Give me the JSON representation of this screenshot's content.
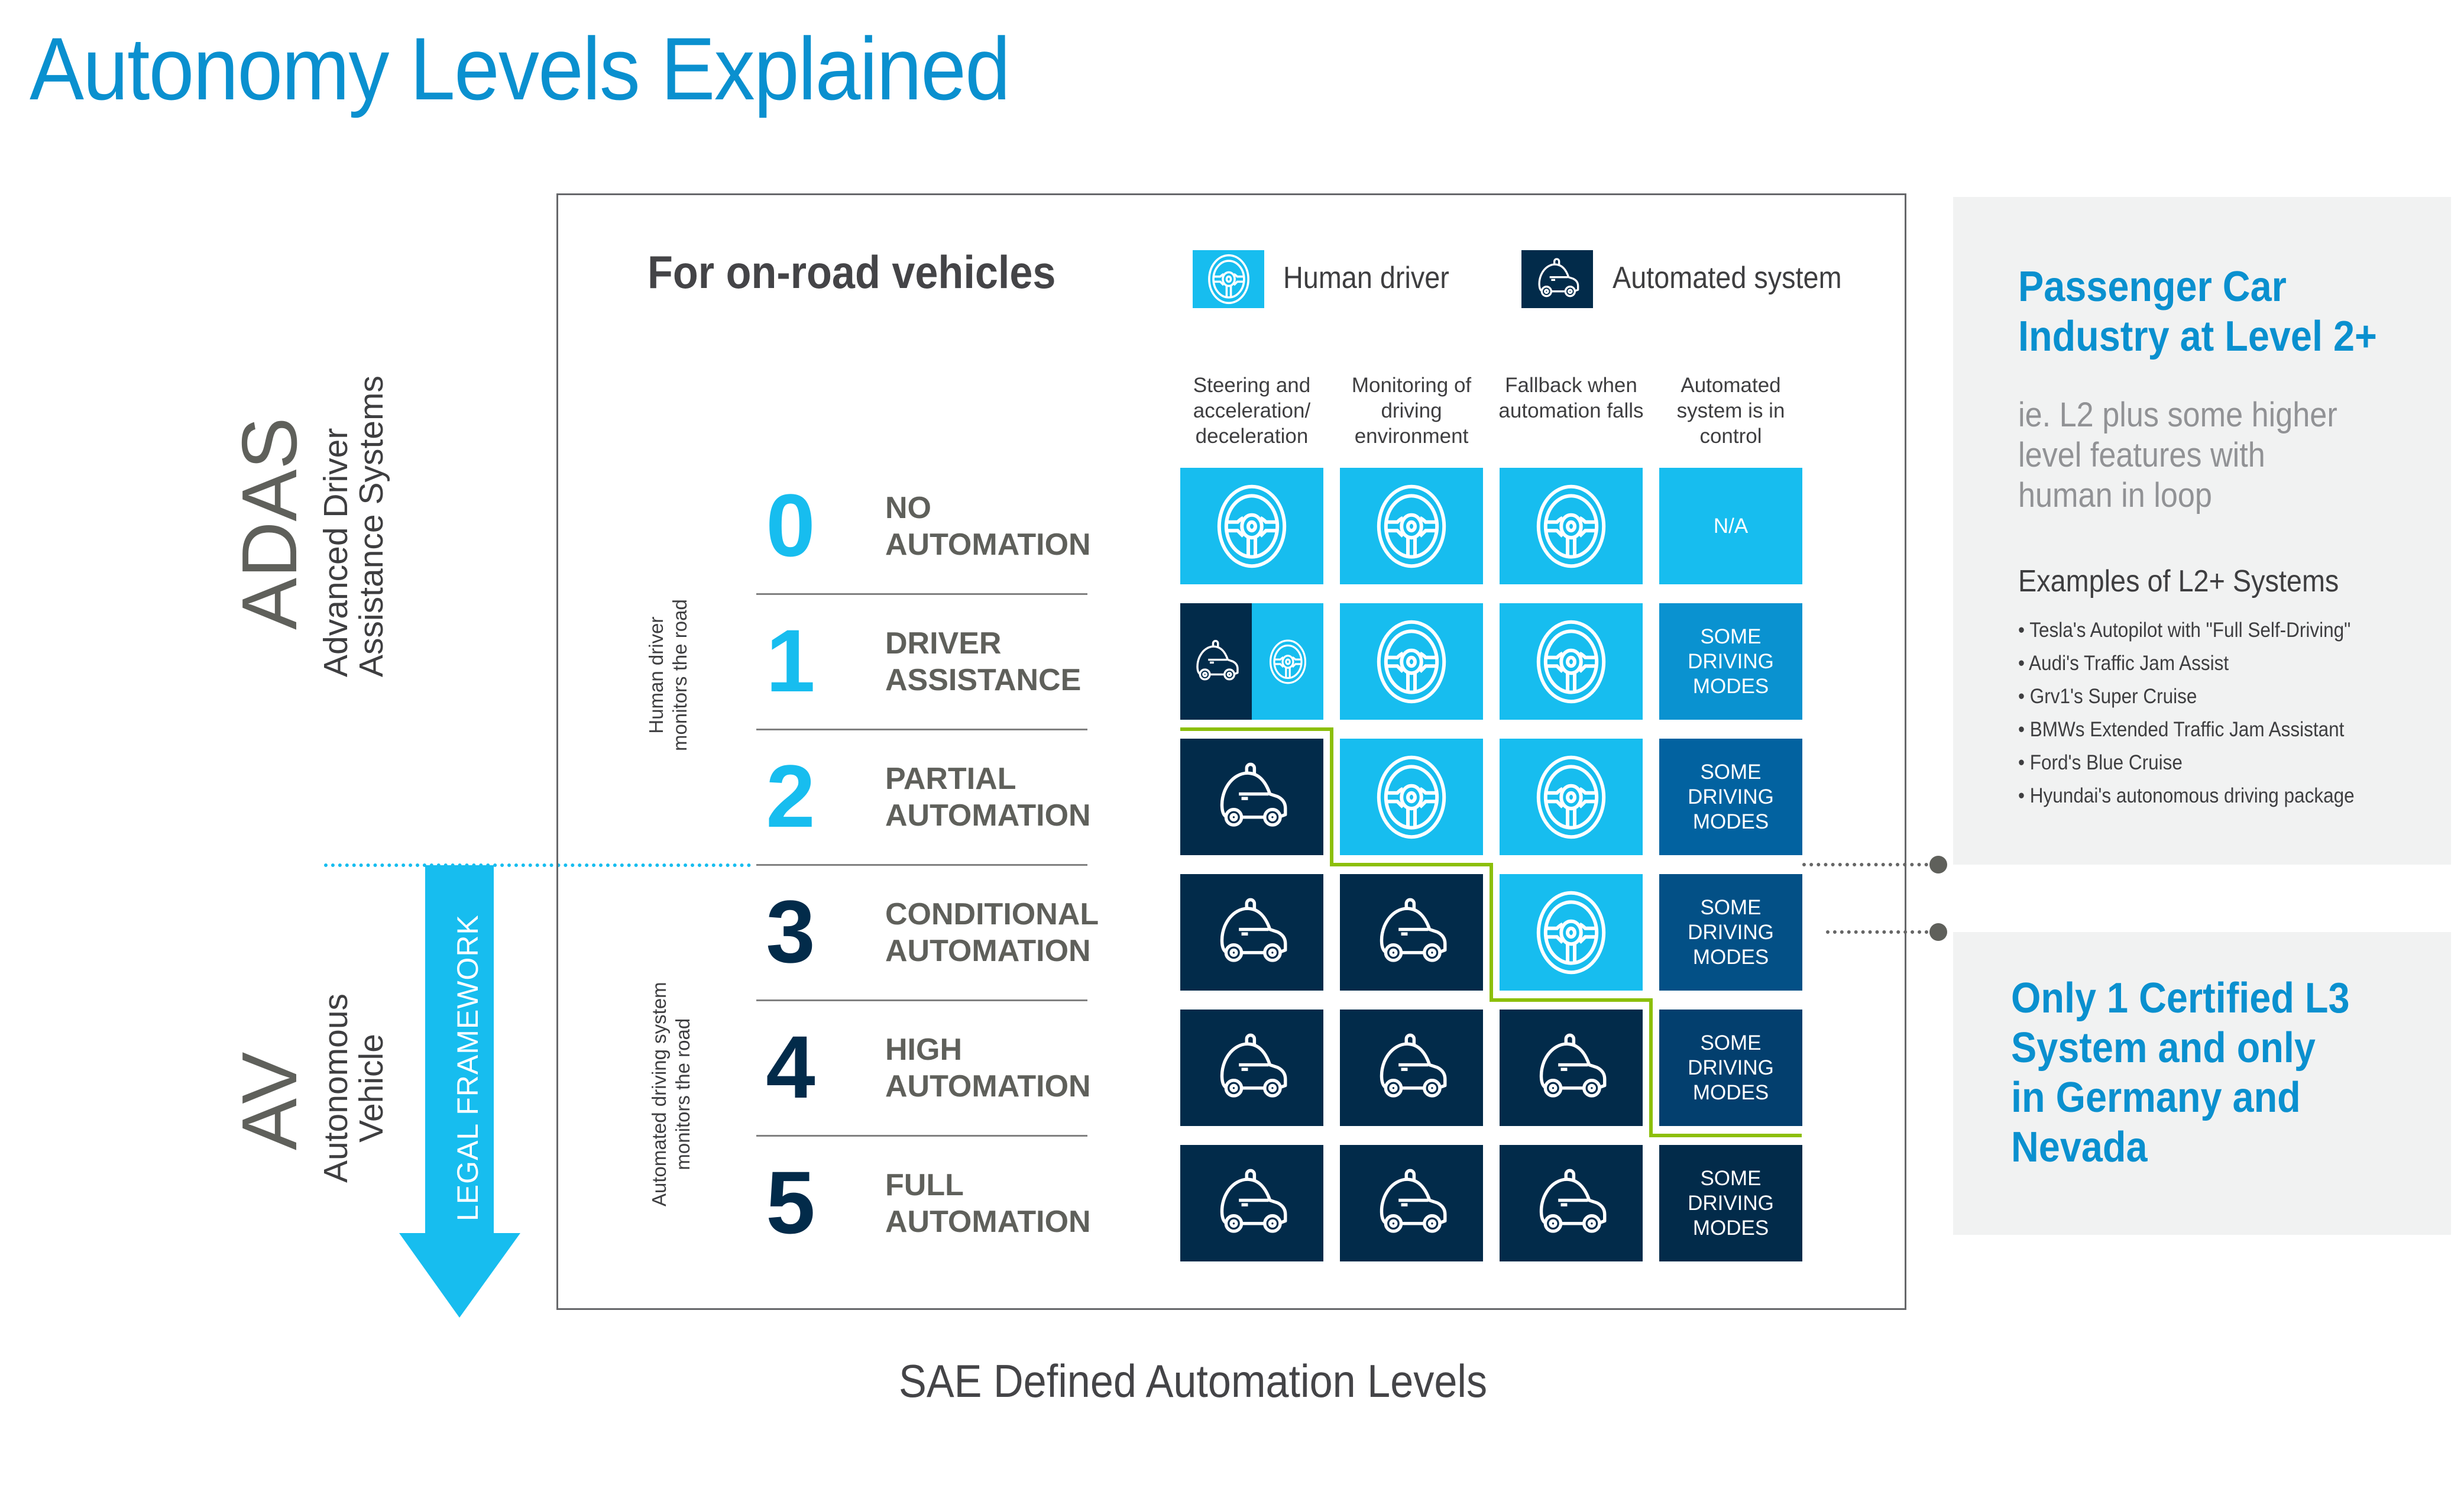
{
  "title": "Autonomy Levels Explained",
  "diagram": {
    "subtitle": "For on-road vehicles",
    "caption": "SAE Defined Automation Levels",
    "legend": [
      {
        "label": "Human driver",
        "icon": "steering-wheel-icon",
        "color": "#17bdef"
      },
      {
        "label": "Automated system",
        "icon": "autonomous-car-icon",
        "color": "#022b4a"
      }
    ],
    "columns": [
      {
        "label": "Steering and acceleration/ deceleration"
      },
      {
        "label": "Monitoring of driving environment"
      },
      {
        "label": "Fallback when automation falls"
      },
      {
        "label": "Automated system is in control"
      }
    ],
    "levels": [
      {
        "number": "0",
        "name_line1": "NO",
        "name_line2": "AUTOMATION",
        "number_color": "#17bdef",
        "cells": [
          "human",
          "human",
          "human",
          "text"
        ],
        "control_text": "N/A",
        "control_color": "#17bdef"
      },
      {
        "number": "1",
        "name_line1": "DRIVER",
        "name_line2": "ASSISTANCE",
        "number_color": "#17bdef",
        "cells": [
          "split",
          "human",
          "human",
          "text"
        ],
        "control_text": "SOME DRIVING MODES",
        "control_color": "#0a92d0"
      },
      {
        "number": "2",
        "name_line1": "PARTIAL",
        "name_line2": "AUTOMATION",
        "number_color": "#17bdef",
        "cells": [
          "system",
          "human",
          "human",
          "text"
        ],
        "control_text": "SOME DRIVING MODES",
        "control_color": "#0262a0"
      },
      {
        "number": "3",
        "name_line1": "CONDITIONAL",
        "name_line2": "AUTOMATION",
        "number_color": "#022b4a",
        "cells": [
          "system",
          "system",
          "human",
          "text"
        ],
        "control_text": "SOME DRIVING MODES",
        "control_color": "#035086"
      },
      {
        "number": "4",
        "name_line1": "HIGH",
        "name_line2": "AUTOMATION",
        "number_color": "#022b4a",
        "cells": [
          "system",
          "system",
          "system",
          "text"
        ],
        "control_text": "SOME DRIVING MODES",
        "control_color": "#033f6e"
      },
      {
        "number": "5",
        "name_line1": "FULL",
        "name_line2": "AUTOMATION",
        "number_color": "#022b4a",
        "cells": [
          "system",
          "system",
          "system",
          "text"
        ],
        "control_text": "SOME DRIVING MODES",
        "control_color": "#022b4a"
      }
    ],
    "side_groups": {
      "human_monitors": [
        "Human driver",
        "monitors the road"
      ],
      "system_monitors": [
        "Automated driving system",
        "monitors the road"
      ]
    }
  },
  "left_labels": {
    "adas": {
      "abbr": "ADAS",
      "line1": "Advanced Driver",
      "line2": "Assistance Systems"
    },
    "av": {
      "abbr": "AV",
      "line1": "Autonomous",
      "line2": "Vehicle"
    },
    "legal_framework": "LEGAL FRAMEWORK"
  },
  "panels": {
    "level2plus": {
      "heading_line1": "Passenger Car",
      "heading_line2": "Industry at Level 2+",
      "sub_line1": "ie. L2 plus some higher",
      "sub_line2": "level features with",
      "sub_line3": "human in loop",
      "examples_title": "Examples of L2+ Systems",
      "examples": [
        "• Tesla's Autopilot with \"Full Self-Driving\"",
        "• Audi's Traffic Jam Assist",
        "• Grv1's Super Cruise",
        "• BMWs Extended Traffic Jam Assistant",
        "• Ford's Blue Cruise",
        "• Hyundai's autonomous driving package"
      ]
    },
    "level3": {
      "lines": [
        "Only 1 Certified L3",
        "System and only",
        "in Germany and",
        "Nevada"
      ]
    }
  },
  "colors": {
    "accent": "#0a90cf",
    "human": "#17bdef",
    "system": "#022b4a",
    "stair_line": "#8cbf0a",
    "panel_bg": "#f1f2f2"
  }
}
